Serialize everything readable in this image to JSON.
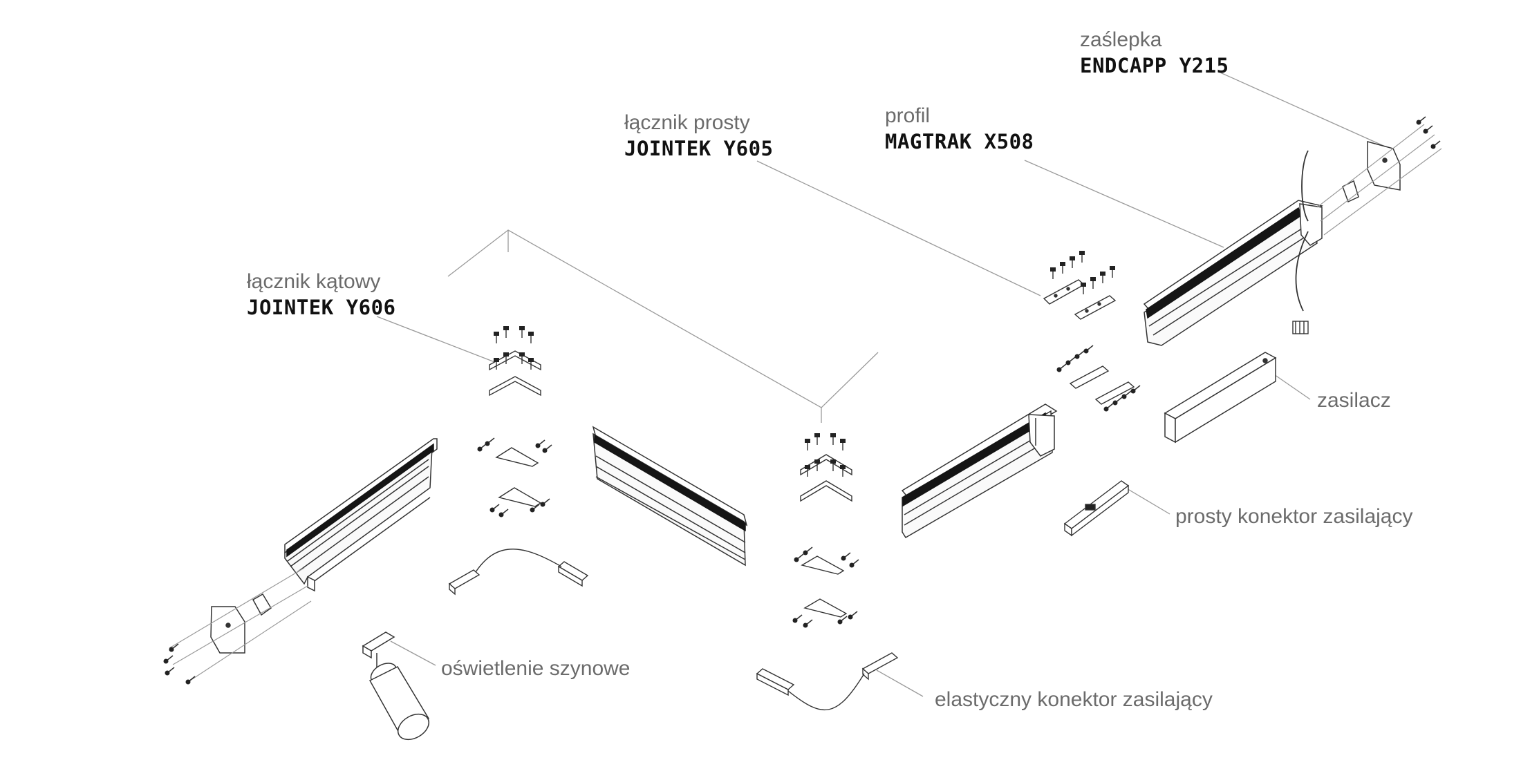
{
  "labels": {
    "endcap": {
      "name": "zaślepka",
      "code": "ENDCAPP Y215"
    },
    "profile": {
      "name": "profil",
      "code": "MAGTRAK X508"
    },
    "straight_joint": {
      "name": "łącznik prosty",
      "code": "JOINTEK Y605"
    },
    "corner_joint": {
      "name": "łącznik kątowy",
      "code": "JOINTEK Y606"
    },
    "power_supply": "zasilacz",
    "straight_power_connector": "prosty konektor zasilający",
    "track_lighting": "oświetlenie szynowe",
    "flexible_power_connector": "elastyczny konektor zasilający"
  },
  "colors": {
    "line": "#333333",
    "leader": "#9a9a9a",
    "strip": "#151515",
    "label_gray": "#6b6b6b",
    "label_dark": "#111111"
  }
}
